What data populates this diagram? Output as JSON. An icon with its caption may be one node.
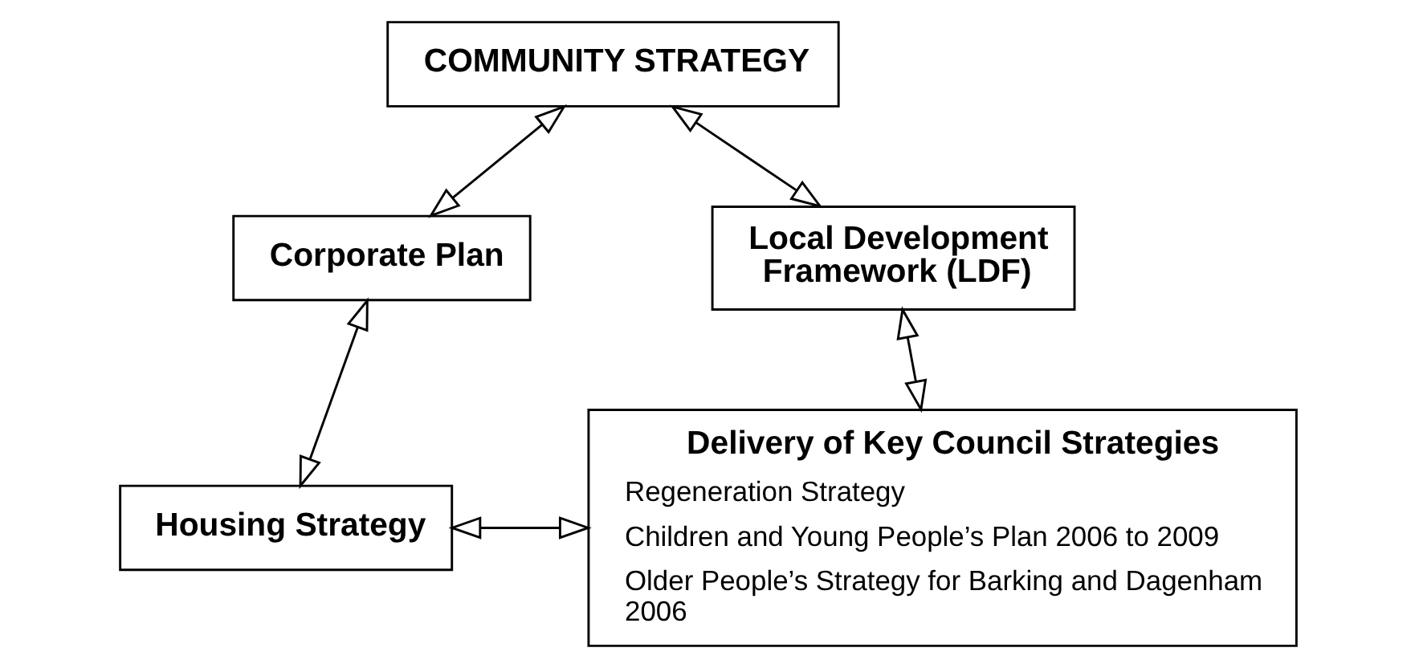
{
  "diagram": {
    "nodes": [
      {
        "text": [
          "COMMUNITY STRATEGY"
        ]
      },
      {
        "text": [
          "Corporate Plan"
        ]
      },
      {
        "text": [
          "Local Development Framework (LDF)"
        ]
      },
      {
        "text": [
          "Housing Strategy"
        ]
      },
      {
        "text": [
          "Delivery of Key Council Strategies",
          "Regeneration Strategy",
          "Children and Young People’s Plan 2006 to 2009",
          "Older People’s Strategy for Barking and Dagenham 2006"
        ]
      }
    ],
    "edges": [
      {
        "from": 0,
        "to": 1,
        "arrow": "both"
      },
      {
        "from": 0,
        "to": 2,
        "arrow": "both"
      },
      {
        "from": 1,
        "to": 3,
        "arrow": "both"
      },
      {
        "from": 2,
        "to": 4,
        "arrow": "both"
      },
      {
        "from": 3,
        "to": 4,
        "arrow": "both"
      }
    ]
  }
}
